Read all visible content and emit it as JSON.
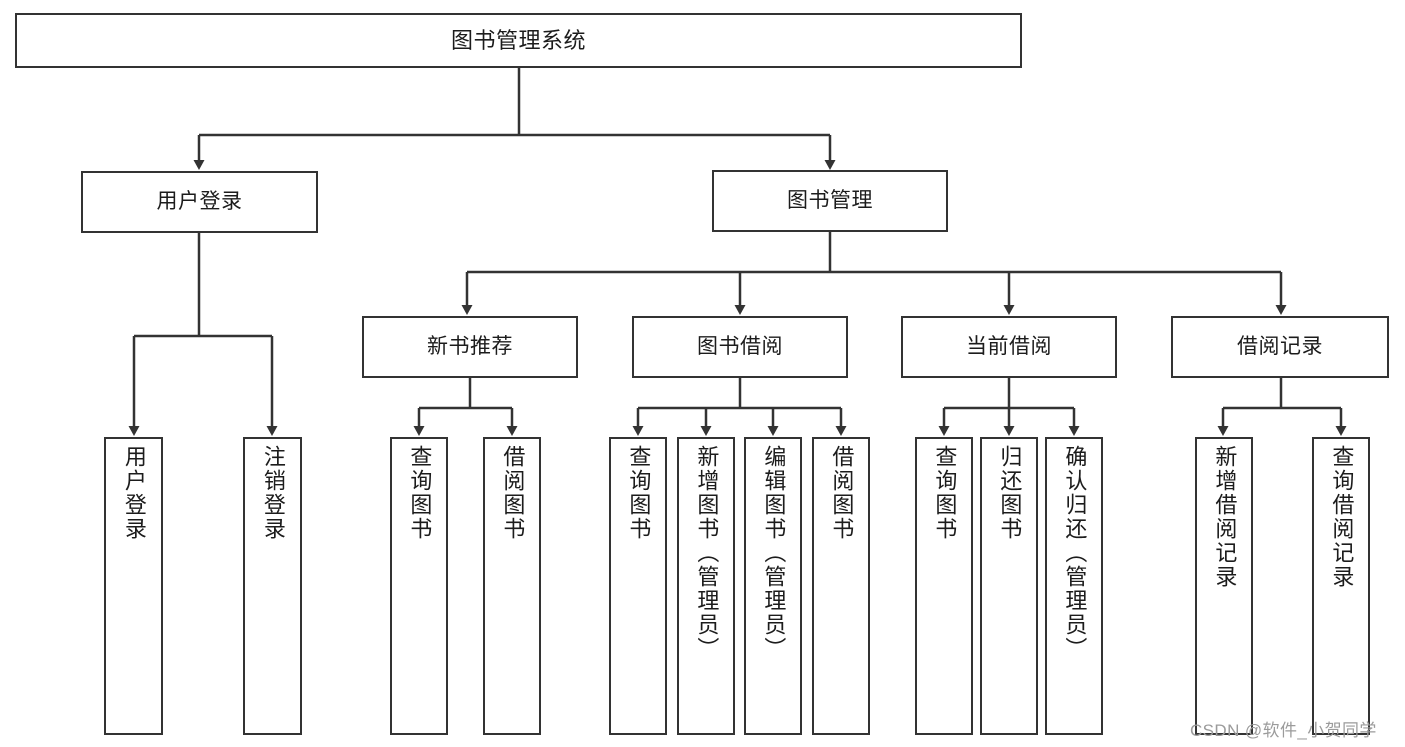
{
  "diagram": {
    "title": "图书管理系统",
    "root": {
      "label": "图书管理系统"
    },
    "level1": [
      {
        "label": "用户登录"
      },
      {
        "label": "图书管理"
      }
    ],
    "level2": [
      {
        "label": "新书推荐"
      },
      {
        "label": "图书借阅"
      },
      {
        "label": "当前借阅"
      },
      {
        "label": "借阅记录"
      }
    ],
    "leaves": {
      "user_login": [
        {
          "label": "用户登录"
        },
        {
          "label": "注销登录"
        }
      ],
      "new_book_recommend": [
        {
          "label": "查询图书"
        },
        {
          "label": "借阅图书"
        }
      ],
      "book_borrow": [
        {
          "label": "查询图书"
        },
        {
          "label": "新增图书（管理员）"
        },
        {
          "label": "编辑图书（管理员）"
        },
        {
          "label": "借阅图书"
        }
      ],
      "current_borrow": [
        {
          "label": "查询图书"
        },
        {
          "label": "归还图书"
        },
        {
          "label": "确认归还（管理员）"
        }
      ],
      "borrow_records": [
        {
          "label": "新增借阅记录"
        },
        {
          "label": "查询借阅记录"
        }
      ]
    }
  },
  "watermark": {
    "text": "CSDN @软件_小贺同学"
  },
  "colors": {
    "stroke": "#333333",
    "background": "#ffffff",
    "text": "#1c1c1c",
    "watermark": "#9b9b9b"
  }
}
